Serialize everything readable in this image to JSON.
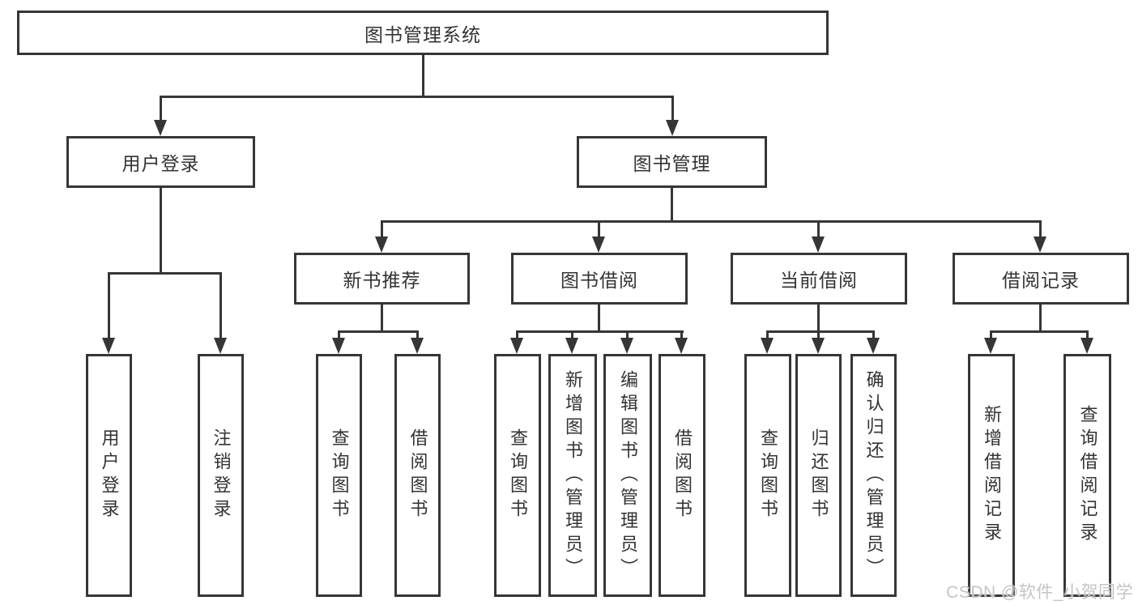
{
  "diagram": {
    "root": {
      "label": "图书管理系统"
    },
    "level2": {
      "user_login": {
        "label": "用户登录"
      },
      "book_mgmt": {
        "label": "图书管理"
      }
    },
    "level3": {
      "new_book_rec": {
        "label": "新书推荐"
      },
      "book_borrow": {
        "label": "图书借阅"
      },
      "current_borrow": {
        "label": "当前借阅"
      },
      "borrow_records": {
        "label": "借阅记录"
      }
    },
    "leaves": {
      "user_login_leaf": {
        "label": "用户登录"
      },
      "logout_login": {
        "label": "注销登录"
      },
      "rec_query_book": {
        "label": "查询图书"
      },
      "rec_borrow_book": {
        "label": "借阅图书"
      },
      "bb_query_book": {
        "label": "查询图书"
      },
      "bb_add_book": {
        "label": "新增图书（管理员）"
      },
      "bb_edit_book": {
        "label": "编辑图书（管理员）"
      },
      "bb_borrow_book": {
        "label": "借阅图书"
      },
      "cb_query_book": {
        "label": "查询图书"
      },
      "cb_return_book": {
        "label": "归还图书"
      },
      "cb_confirm_return": {
        "label": "确认归还（管理员）"
      },
      "br_add_record": {
        "label": "新增借阅记录"
      },
      "br_query_record": {
        "label": "查询借阅记录"
      }
    },
    "watermark": "CSDN @软件_小贺同学",
    "colors": {
      "line": "#363636",
      "text": "#333333",
      "background": "#ffffff",
      "watermark": "#c4c4c4"
    }
  }
}
